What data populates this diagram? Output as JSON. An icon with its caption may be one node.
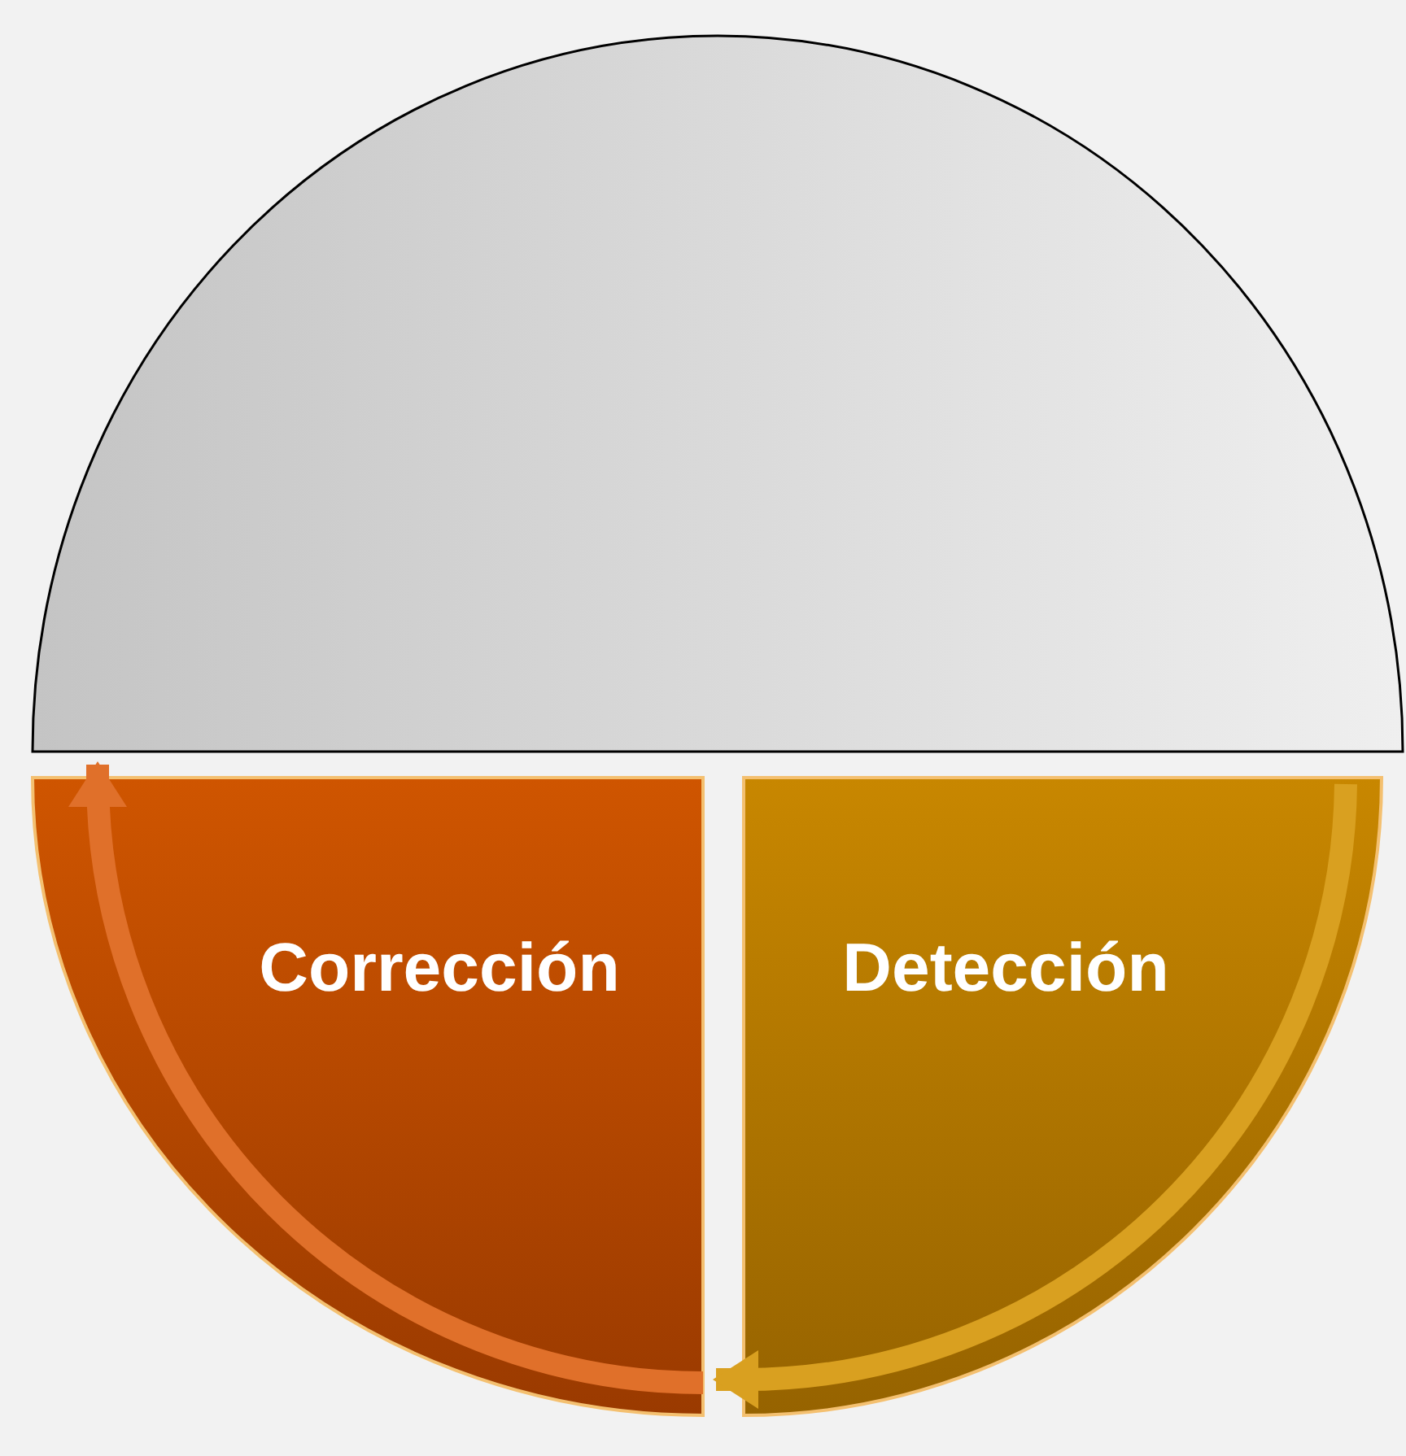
{
  "diagram": {
    "nodes": [
      {
        "text": [],
        "shape": "semicircle"
      },
      {
        "text": [
          "Corrección"
        ]
      },
      {
        "text": [
          "Detección"
        ]
      }
    ],
    "edges": [
      {
        "from": 2,
        "to": 1,
        "arrow": "to"
      },
      {
        "from": 1,
        "to": 0,
        "arrow": "to"
      }
    ]
  }
}
